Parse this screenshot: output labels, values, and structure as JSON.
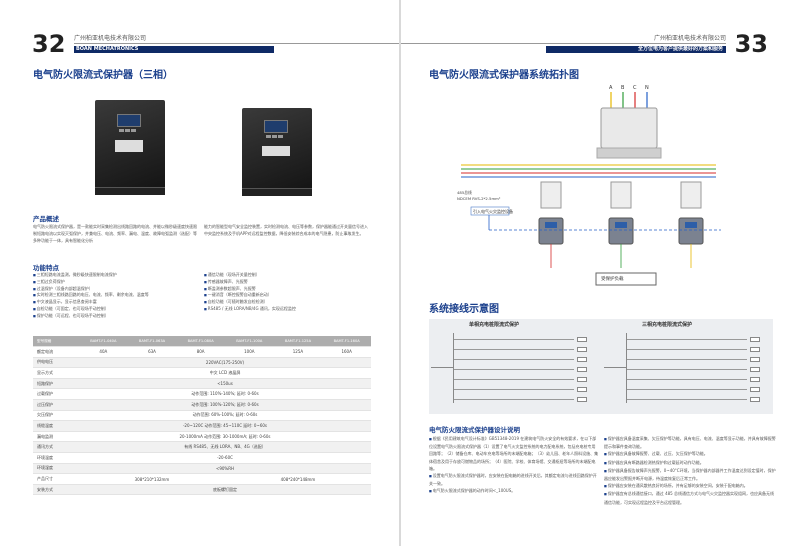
{
  "left": {
    "page_number": "32",
    "company": "广州柏亚机电技术有限公司",
    "band": "BOAN MECHATRONICS",
    "title": "电气防火限流式保护器（三相）",
    "overview_heading": "产品概述",
    "overview_left": "电气防火限流式保护器，是一款能实时采集检测出线路回路的电流、并能以微秒级速度快速限制短路电流以实现灭弧保护，并兼电压、电流、频率、漏电、温度、故障电弧监测（选配）等多种功能于一体，具有智能化分析",
    "overview_right": "能力的智能型电气安全监控装置，实时检测电流、电压等参数，保护器能通过开关量信号进入中央监控系统及手机APP对远程监控数据，降低安装综合成本的电气隐患，防止事故发生。",
    "features_heading": "功能特点",
    "features_left": [
      "三相短路电流监测，微秒级快速限制电流保护",
      "三相过负荷保护",
      "过温保护（设备内部超温保护）",
      "实时检测三相线路回路的电压、电流、频率、剩余电流、温度等",
      "中文液晶显示，显示信息查阅丰富",
      "自检功能（可固定、也可现场手动控制）",
      "保护功能（可远程、也可现场手动控制）"
    ],
    "features_right": [
      "通信功能（现场开关量控制）",
      "传感器故障声、光报警",
      "断监测参数超限声、光报警",
      "一键消音（断控报警自动重新启动）",
      "自检功能（可随时触发自检检测）",
      "RS485 / 无线 LORA/NB/4G 通讯，实现远程监控"
    ],
    "table": {
      "header_label": "型号规格",
      "models": [
        "BAMT-F1-040A",
        "BAMT-F1-063A",
        "BAMT-F1-080A",
        "BAMT-F1-100A",
        "BAMT-F1-125A",
        "BAMT-F1-160A"
      ],
      "rated_current_label": "额定电流",
      "rated_currents": [
        "40A",
        "63A",
        "80A",
        "100A",
        "125A",
        "160A"
      ],
      "rows": [
        {
          "label": "供电电压",
          "value": "220VAC(175-250V)"
        },
        {
          "label": "显示方式",
          "value": "中文 LCD 液晶屏"
        },
        {
          "label": "短路保护",
          "value": "<150us"
        },
        {
          "label": "过载保护",
          "value": "动作范围: 110%-140%; 延时: 0-60s"
        },
        {
          "label": "过压保护",
          "value": "动作范围: 100%-120%; 延时: 0-60s"
        },
        {
          "label": "欠压保护",
          "value": "动作范围: 60%-100%; 延时: 0-60s"
        },
        {
          "label": "线缆温度",
          "value": "-20~120C 动作范围: 45~110C 延时: 0~60s"
        },
        {
          "label": "漏电监测",
          "value": "20-1000mA 动作范围: 30-1000mA; 延时: 0-60s"
        },
        {
          "label": "通讯方式",
          "value": "有线 RS485、无线 LORA、NB、4G（选配）"
        },
        {
          "label": "环境温度",
          "value": "-20-60C"
        },
        {
          "label": "环境湿度",
          "value": "<90%RH"
        }
      ],
      "size_label": "产品尺寸",
      "size_a": "308*210*132mm",
      "size_b": "408*240*148mm",
      "install_label": "安装方式",
      "install_value": "底板螺钉固定"
    }
  },
  "right": {
    "page_number": "33",
    "company": "广州柏亚机电技术有限公司",
    "band": "全方位电为客户提供最好的方案和服务",
    "topo_title": "电气防火限流式保护器系统拓扑图",
    "phases": [
      "A",
      "B",
      "C",
      "N"
    ],
    "cable_label": "485总线",
    "cable_spec": "NDCEM RVS-2*2.5mm²",
    "device_label": "引入电气火灾监控设备",
    "load_label": "受保护负载",
    "wiring_title": "系统接线示意图",
    "single_phase_title": "单相充电桩限流式保护",
    "three_phase_title": "三相充电桩限流式保护",
    "design_title": "电气防火限流式保护器设计说明",
    "design_left": [
      "根据《民用建筑电气设计标准》GB51348-2019 在建筑电气防火安全的有效要求，在以下部位设置电气防火限流式保护器（1）设置了电气火灾监控系统的电力配电系统，包括充电桩专用回路等；（2）储备仓库、电动车充电等场所的末端配电箱；（3）幼儿园、老年人照料设施、集体宿舍及用于存放可燃物品的场所；（4）医院、学校、体育场馆、交通枢纽等场所的末端配电箱。",
      "设置电气防火限流式保护器时，应安装在配电箱的进线开关后，其额定电流与进线回路保护开关一致。",
      "电气防火限流式保护器的动作时间<_100US。"
    ],
    "design_right": [
      "保护器应具备温度采集、欠压保护等功能，具有电压、电流、温度等显示功能，并具有故障报警提示和事件查询功能。",
      "保护器应具备故障报警、过载、过压、欠压保护等功能。",
      "保护器应具有断路器检测热保护和过载延时动作功能。",
      "保护器具备报告故障声光报警，0~40°C环境，当保护器内部器件工作温度达到设定值时，保护器应能发出警报并断开电源，待温度恢复后正常工作。",
      "保护器应安装在通风散热良好的场所，并有足够的安装空间，安装于配电箱内。",
      "保护器宜有总线通信接口，通过 485 总线通信方式与电气火灾监控器实现组网，也应具备无线通信功能，可实现远程监控及平台远程管理。"
    ]
  }
}
